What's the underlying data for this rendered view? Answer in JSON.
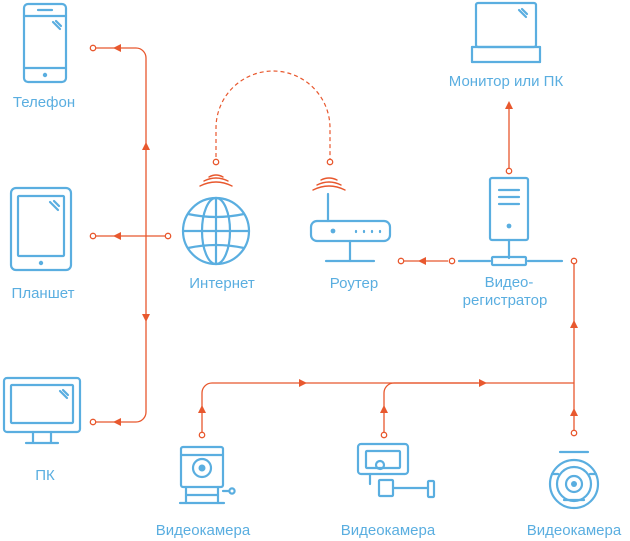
{
  "labels": {
    "phone": "Телефон",
    "tablet": "Планшет",
    "pc": "ПК",
    "internet": "Интернет",
    "router": "Роутер",
    "monitor": "Монитор или ПК",
    "recorder_line1": "Видео-",
    "recorder_line2": "регистратор",
    "camera1": "Видеокамера",
    "camera2": "Видеокамера",
    "camera3": "Видеокамера"
  },
  "colors": {
    "device": "#5aaee0",
    "connection": "#e8582e",
    "background": "#ffffff"
  },
  "icons": [
    "phone-icon",
    "tablet-icon",
    "pc-icon",
    "globe-icon",
    "router-icon",
    "monitor-icon",
    "dvr-icon",
    "camera-icon",
    "bullet-camera-icon",
    "dome-camera-icon",
    "wifi-signal-icon"
  ]
}
